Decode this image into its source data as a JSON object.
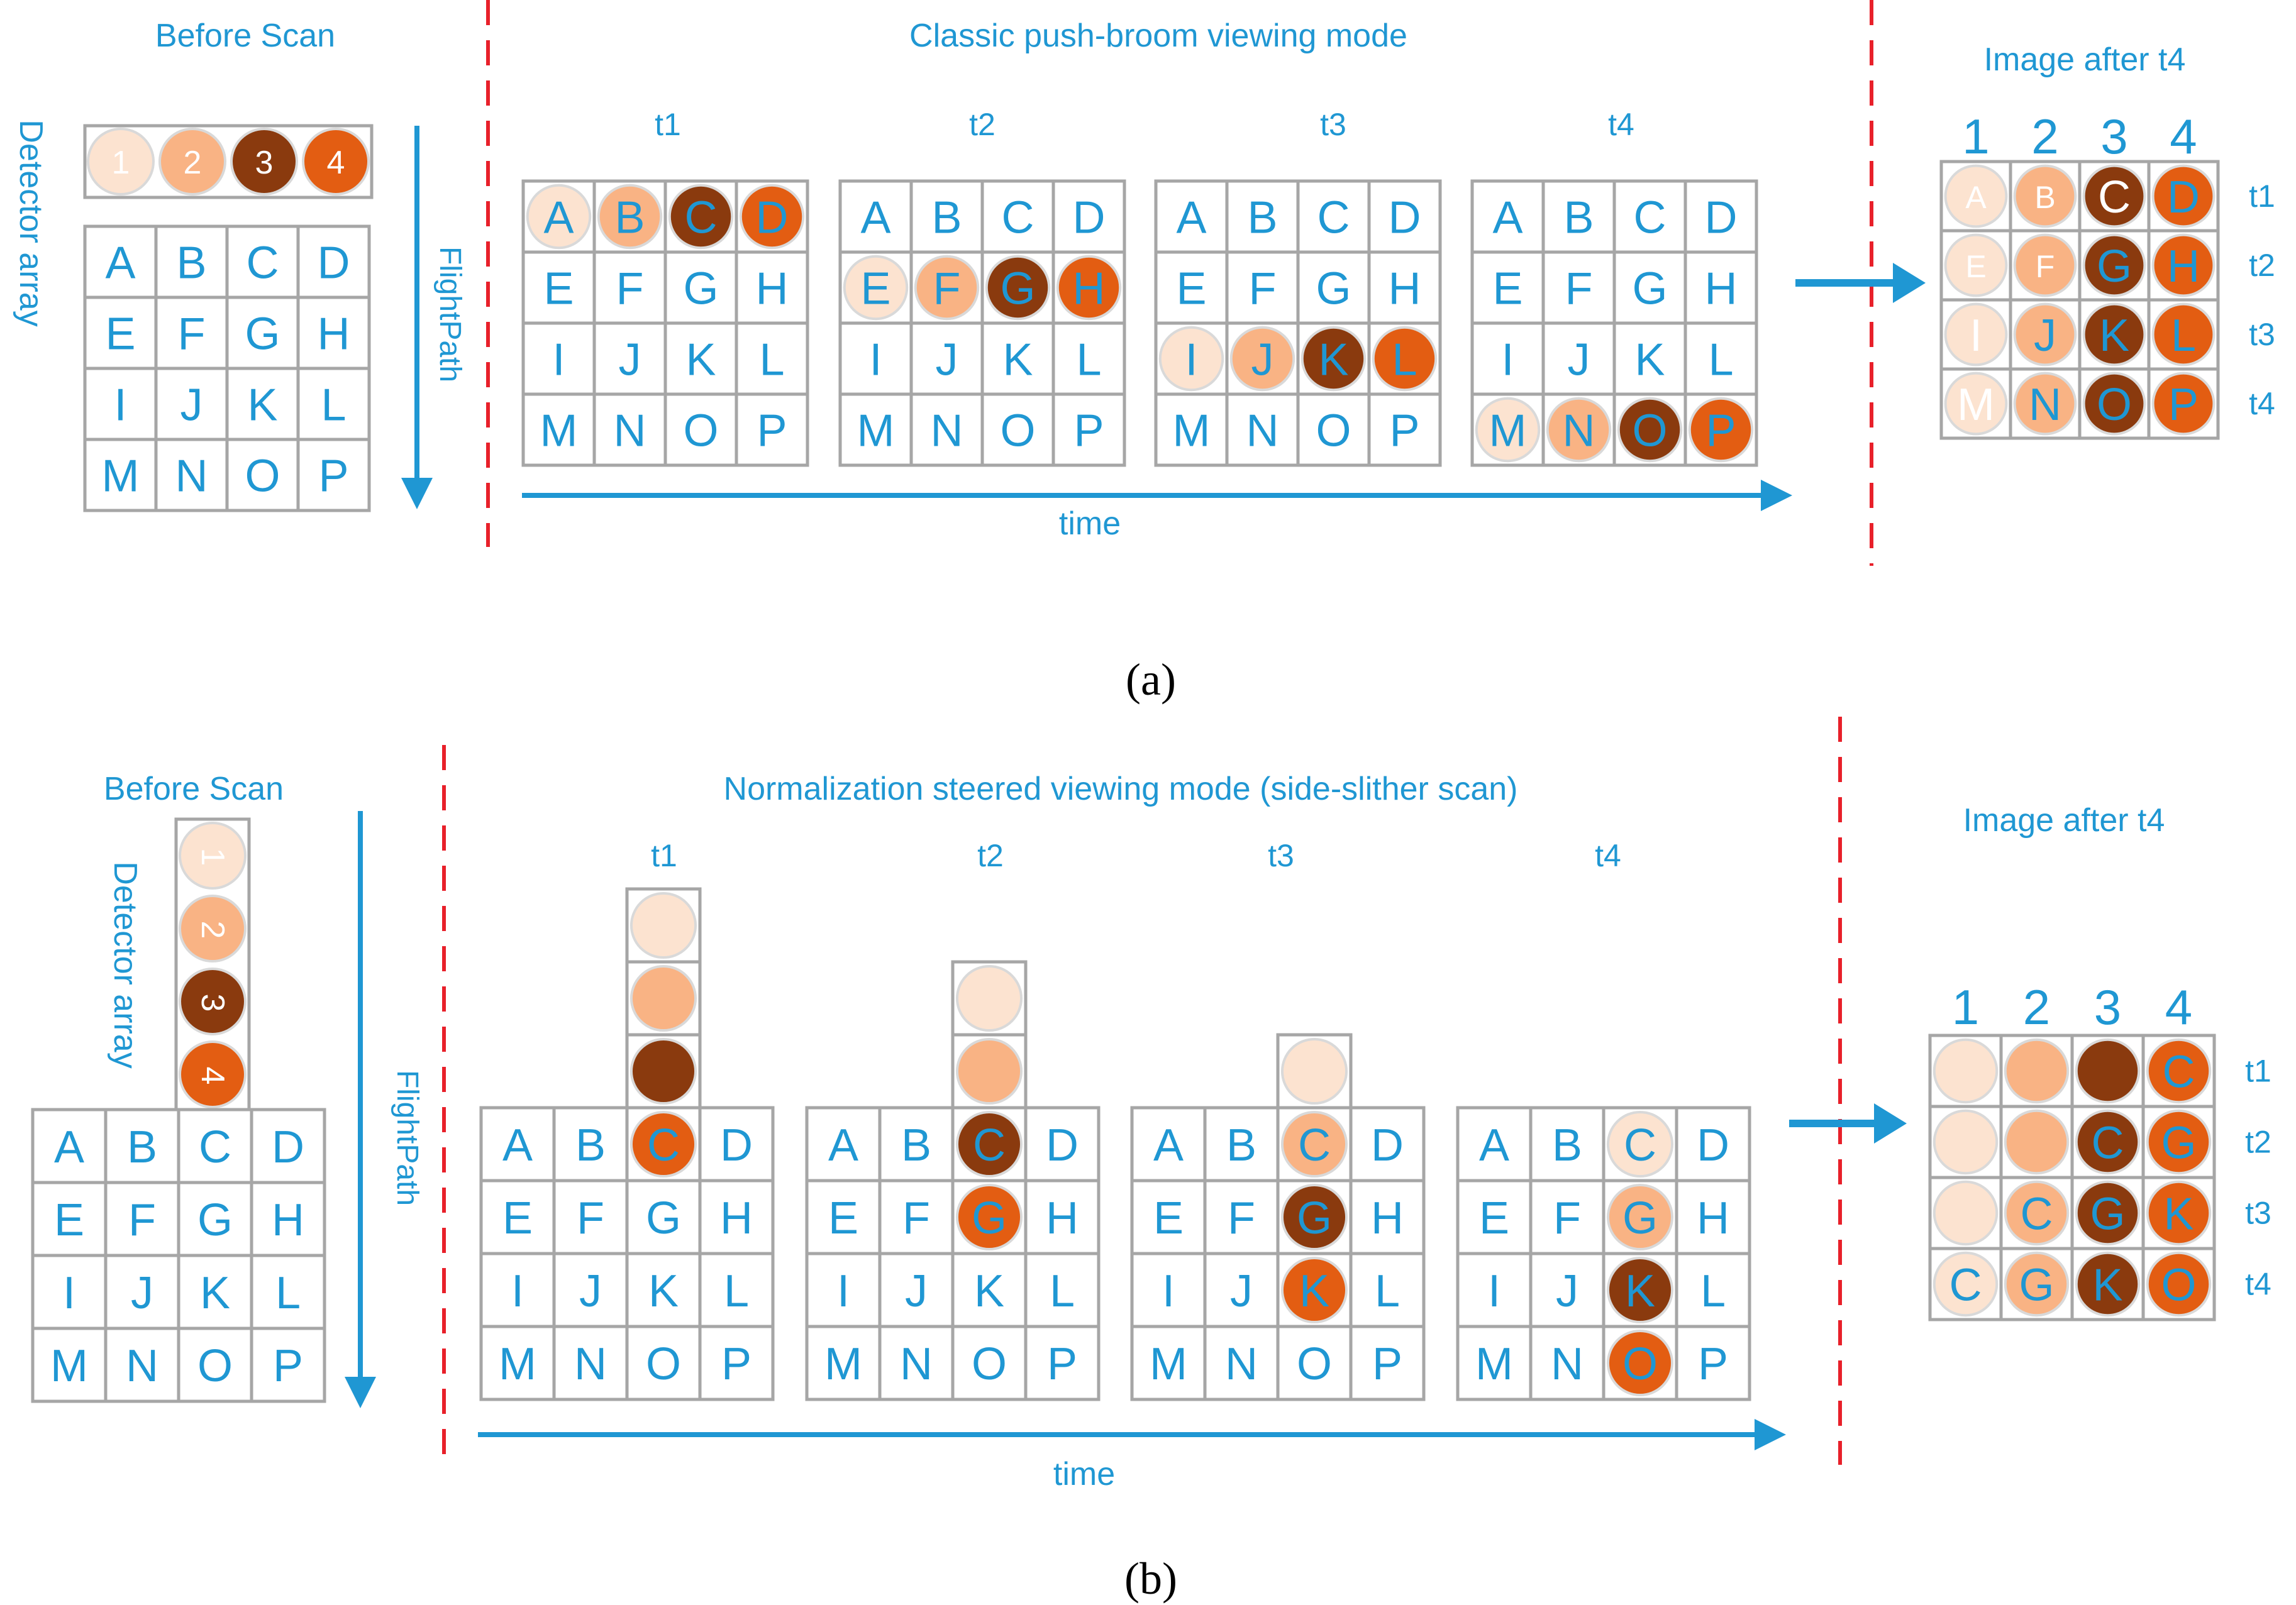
{
  "colors": {
    "text": "#1f97d3",
    "divider": "#e8202a",
    "grid": "#a6a6a6",
    "detector": [
      "#fce3d0",
      "#f9b384",
      "#8a3a0e",
      "#e35d12"
    ]
  },
  "panel_a": {
    "caption": "(a)",
    "before_title": "Before Scan",
    "detector_label": "Detector array",
    "flight_label": "FlightPath",
    "detector_numbers": [
      "1",
      "2",
      "3",
      "4"
    ],
    "mode_title": "Classic push-broom viewing mode",
    "time_label": "time",
    "steps": [
      "t1",
      "t2",
      "t3",
      "t4"
    ],
    "result_title": "Image after t4",
    "result_cols": [
      "1",
      "2",
      "3",
      "4"
    ],
    "result_rows": [
      "t1",
      "t2",
      "t3",
      "t4"
    ],
    "result_cells": [
      [
        "A",
        "B",
        "C",
        "D"
      ],
      [
        "E",
        "F",
        "G",
        "H"
      ],
      [
        "I",
        "J",
        "K",
        "L"
      ],
      [
        "M",
        "N",
        "O",
        "P"
      ]
    ]
  },
  "panel_b": {
    "caption": "(b)",
    "before_title": "Before Scan",
    "detector_label": "Detector array",
    "flight_label": "FlightPath",
    "detector_numbers": [
      "1",
      "2",
      "3",
      "4"
    ],
    "mode_title": "Normalization steered viewing mode (side-slither scan)",
    "time_label": "time",
    "steps": [
      "t1",
      "t2",
      "t3",
      "t4"
    ],
    "result_title": "Image after t4",
    "result_cols": [
      "1",
      "2",
      "3",
      "4"
    ],
    "result_rows": [
      "t1",
      "t2",
      "t3",
      "t4"
    ],
    "result_cells": [
      [
        "",
        "",
        "",
        "C"
      ],
      [
        "",
        "",
        "C",
        "G"
      ],
      [
        "",
        "C",
        "G",
        "K"
      ],
      [
        "C",
        "G",
        "K",
        "O"
      ]
    ]
  },
  "grid_letters": [
    [
      "A",
      "B",
      "C",
      "D"
    ],
    [
      "E",
      "F",
      "G",
      "H"
    ],
    [
      "I",
      "J",
      "K",
      "L"
    ],
    [
      "M",
      "N",
      "O",
      "P"
    ]
  ]
}
